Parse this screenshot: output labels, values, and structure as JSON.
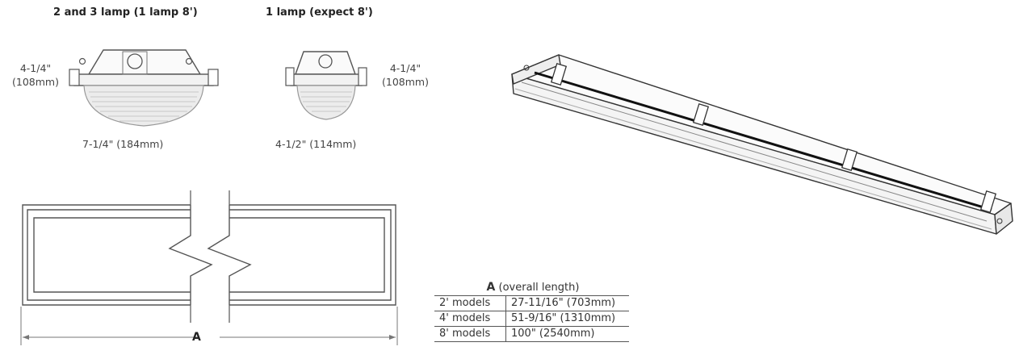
{
  "headings": {
    "left": "2 and 3 lamp (1 lamp 8')",
    "right": "1 lamp (expect 8')"
  },
  "dimensions": {
    "left_height_imperial": "4-1/4\"",
    "left_height_metric": "(108mm)",
    "left_width": "7-1/4\" (184mm)",
    "right_height_imperial": "4-1/4\"",
    "right_height_metric": "(108mm)",
    "right_width": "4-1/2\" (114mm)",
    "length_label": "A"
  },
  "length_table": {
    "caption_letter": "A",
    "caption_text": "(overall length)",
    "rows": [
      {
        "model": "2' models",
        "length": "27-11/16\" (703mm)"
      },
      {
        "model": "4' models",
        "length": "51-9/16\" (1310mm)"
      },
      {
        "model": "8' models",
        "length": "100\" (2540mm)"
      }
    ]
  }
}
